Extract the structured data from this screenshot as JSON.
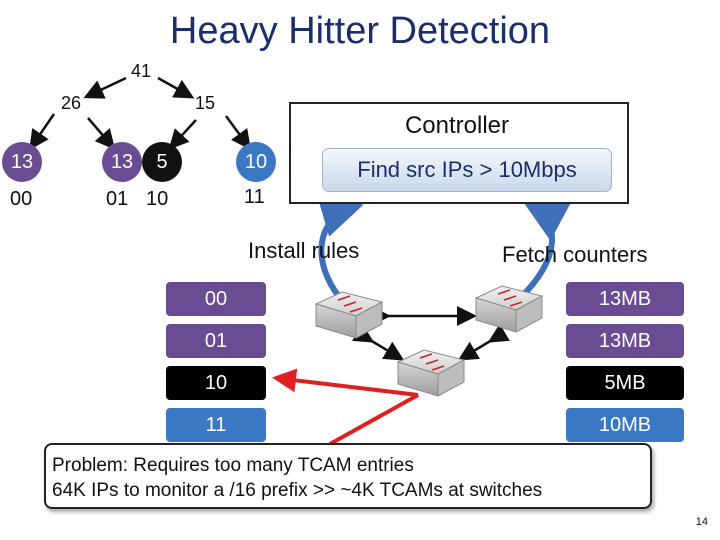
{
  "title": "Heavy Hitter Detection",
  "tree": {
    "nodes": [
      {
        "id": "root",
        "value": "41",
        "color": "#ffffff"
      },
      {
        "id": "left",
        "value": "26",
        "color": "#ffffff"
      },
      {
        "id": "right",
        "value": "15",
        "color": "#ffffff"
      },
      {
        "id": "leaf-00",
        "value": "13",
        "color": "#6a4c93"
      },
      {
        "id": "leaf-01",
        "value": "13",
        "color": "#6a4c93"
      },
      {
        "id": "leaf-10",
        "value": "5",
        "color": "#111111"
      },
      {
        "id": "leaf-11",
        "value": "10",
        "color": "#3b78c3"
      }
    ],
    "leaf_bits": [
      "00",
      "01",
      "10",
      "11"
    ]
  },
  "controller": {
    "label": "Controller",
    "query": "Find src IPs > 10Mbps"
  },
  "arrows": {
    "install": "Install rules",
    "fetch": "Fetch counters"
  },
  "rules": [
    {
      "prefix": "00",
      "counter": "13MB",
      "color": "#6a4c93"
    },
    {
      "prefix": "01",
      "counter": "13MB",
      "color": "#6a4c93"
    },
    {
      "prefix": "10",
      "counter": "5MB",
      "color": "#000000"
    },
    {
      "prefix": "11",
      "counter": "10MB",
      "color": "#3b78c3"
    }
  ],
  "problem": {
    "line1": "Problem: Requires too many TCAM entries",
    "line2": "64K IPs to monitor a /16 prefix >> ~4K TCAMs at switches"
  },
  "page_number": "14"
}
